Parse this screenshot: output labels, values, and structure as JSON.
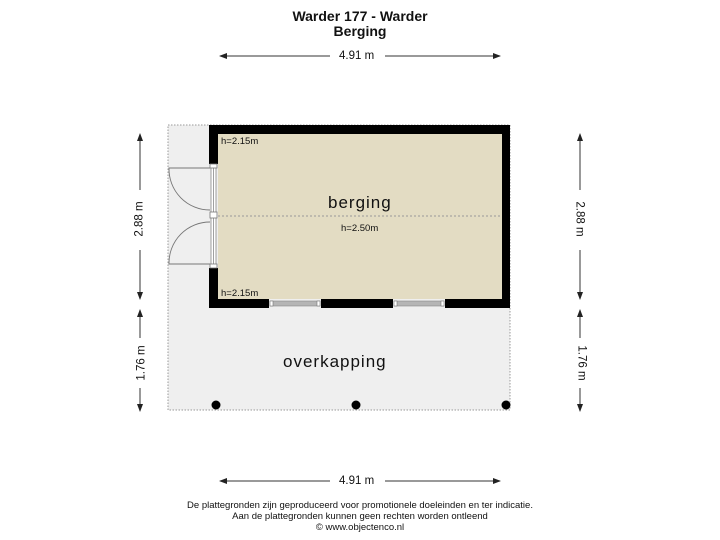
{
  "header": {
    "title": "Warder 177 - Warder",
    "subtitle": "Berging"
  },
  "dimensions": {
    "top_width": "4.91 m",
    "bottom_width": "4.91 m",
    "left_upper": "2.88 m",
    "left_lower": "1.76 m",
    "right_upper": "2.88 m",
    "right_lower": "1.76 m"
  },
  "rooms": {
    "berging": {
      "label": "berging",
      "height_center": "h=2.50m",
      "height_top_left": "h=2.15m",
      "height_bottom_left": "h=2.15m",
      "fill_color": "#e3dcc3"
    },
    "overkapping": {
      "label": "overkapping",
      "fill_color": "#efefef"
    }
  },
  "colors": {
    "wall": "#000000",
    "window": "#b5b5b5",
    "dim_line": "#333333"
  },
  "footer": {
    "line1": "De plattegronden zijn geproduceerd voor promotionele doeleinden en ter indicatie.",
    "line2": "Aan de plattegronden kunnen geen rechten worden ontleend",
    "line3": "© www.objectenco.nl"
  }
}
